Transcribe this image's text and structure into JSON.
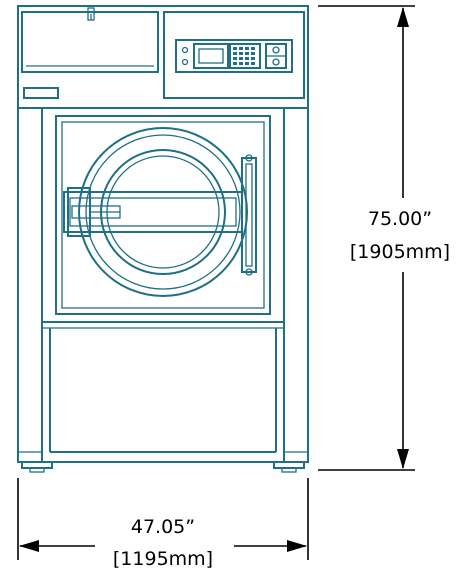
{
  "diagram": {
    "line_color": "#1f6f86",
    "dimension_color": "#000000",
    "background": "#ffffff"
  },
  "dimensions": {
    "height": {
      "imperial": "75.00”",
      "metric": "[1905mm]"
    },
    "width": {
      "imperial": "47.05”",
      "metric": "[1195mm]"
    }
  }
}
